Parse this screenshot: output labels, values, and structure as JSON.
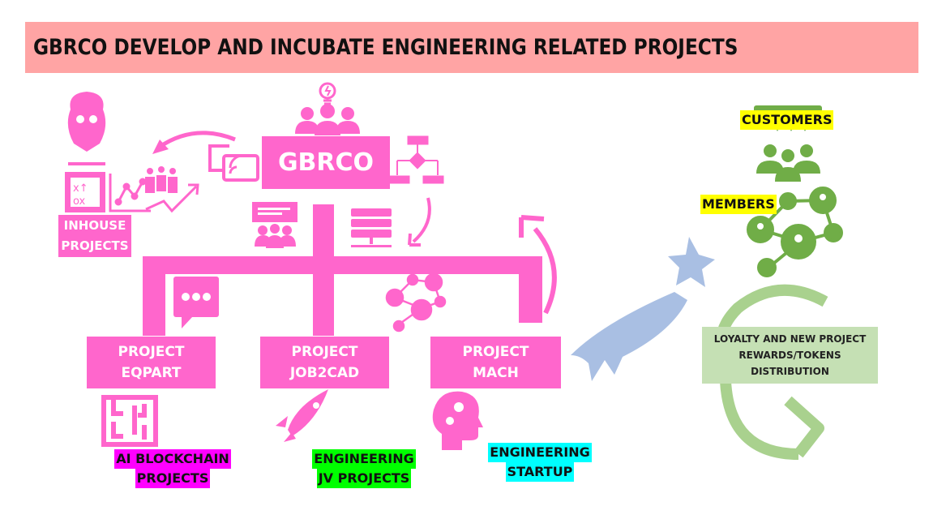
{
  "title": "GBRCO DEVELOP AND INCUBATE ENGINEERING RELATED PROJECTS",
  "colors": {
    "banner": "#ffa4a4",
    "pink": "#ff66cc",
    "green_dark": "#70ad47",
    "green_light": "#a9d18e",
    "green_box": "#c5e0b4",
    "star_blue": "#a9bfe3",
    "yellow": "#ffff00",
    "magenta": "#ff00ff",
    "bright_green": "#00ff00",
    "cyan": "#00ffff"
  },
  "center": {
    "label": "GBRCO"
  },
  "inhouse": {
    "line1": "INHOUSE",
    "line2": "PROJECTS"
  },
  "projects": [
    {
      "line1": "PROJECT",
      "line2": "EQPART",
      "tag1": "AI BLOCKCHAIN",
      "tag2": "PROJECTS",
      "icon": "maze-icon"
    },
    {
      "line1": "PROJECT",
      "line2": "JOB2CAD",
      "tag1": "ENGINEERING",
      "tag2": "JV PROJECTS",
      "icon": "rocket-icon"
    },
    {
      "line1": "PROJECT",
      "line2": "MACH",
      "tag1": "ENGINEERING",
      "tag2": "STARTUP",
      "icon": "head-gears-icon"
    }
  ],
  "right": {
    "customers": "CUSTOMERS",
    "members": "MEMBERS",
    "rewards": [
      "LOYALTY AND NEW PROJECT",
      "REWARDS/TOKENS",
      "DISTRIBUTION"
    ]
  }
}
